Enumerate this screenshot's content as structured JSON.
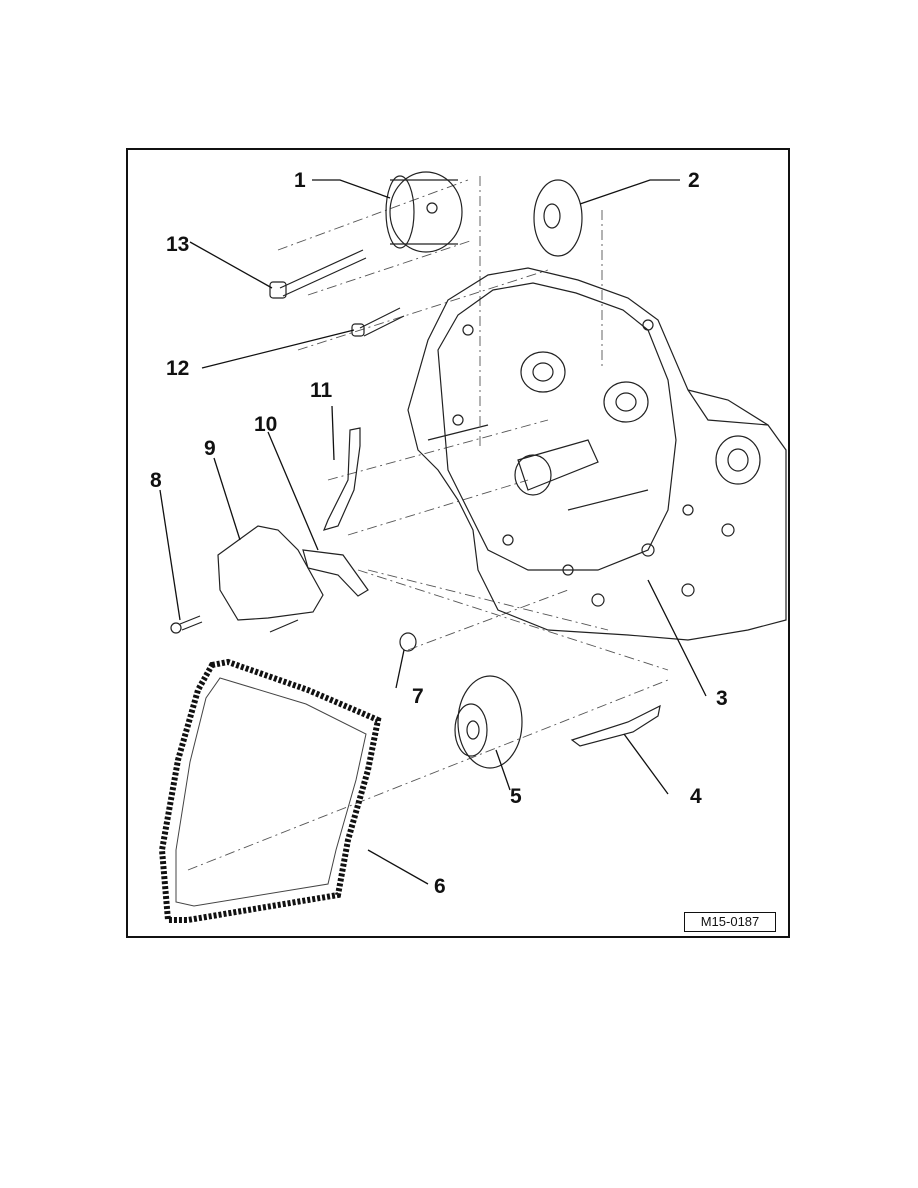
{
  "figure": {
    "reference_code": "M15-0187",
    "callouts": [
      {
        "id": "1",
        "label": "1"
      },
      {
        "id": "2",
        "label": "2"
      },
      {
        "id": "3",
        "label": "3"
      },
      {
        "id": "4",
        "label": "4"
      },
      {
        "id": "5",
        "label": "5"
      },
      {
        "id": "6",
        "label": "6"
      },
      {
        "id": "7",
        "label": "7"
      },
      {
        "id": "8",
        "label": "8"
      },
      {
        "id": "9",
        "label": "9"
      },
      {
        "id": "10",
        "label": "10"
      },
      {
        "id": "11",
        "label": "11"
      },
      {
        "id": "12",
        "label": "12"
      },
      {
        "id": "13",
        "label": "13"
      }
    ]
  }
}
